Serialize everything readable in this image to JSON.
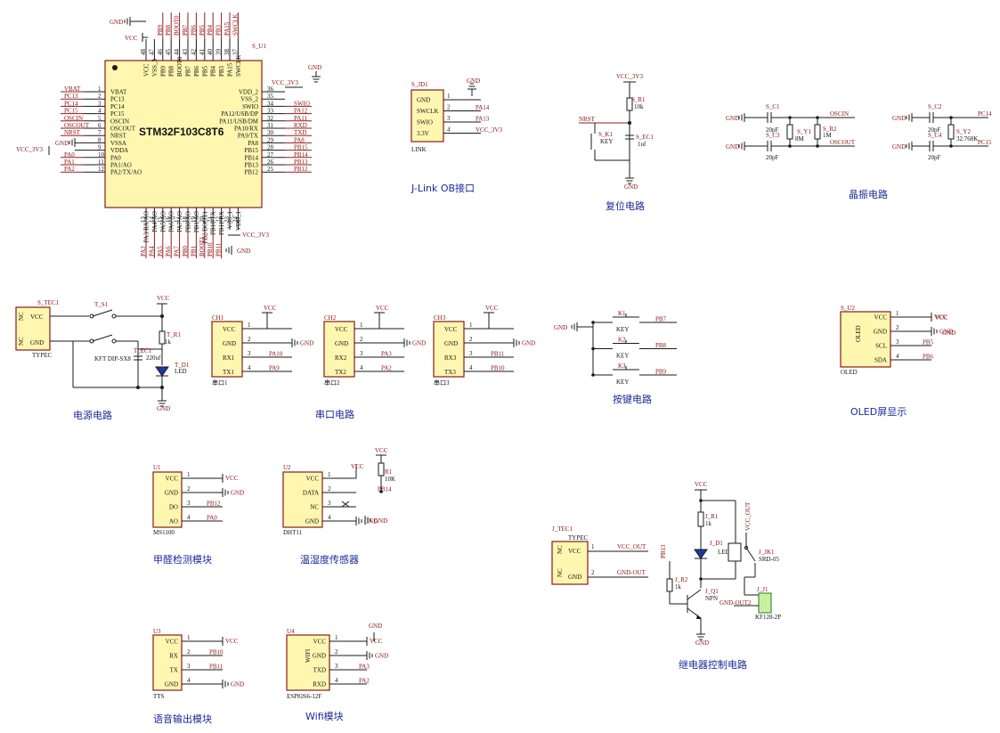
{
  "titles": {
    "jlink": "J-Link OB接口",
    "reset": "复位电路",
    "crystal": "晶振电路",
    "power": "电源电路",
    "uart": "串口电路",
    "keys": "按键电路",
    "oled": "OLED屏显示",
    "formaldehyde": "甲醛检测模块",
    "dht": "温湿度传感器",
    "tts": "语音输出模块",
    "wifi": "Wifi模块",
    "relay": "继电器控制电路"
  },
  "mcu": {
    "ref": "S_U1",
    "name": "STM32F103C8T6",
    "left_pins": [
      {
        "num": "1",
        "name": "VBAT",
        "net": "VBAT"
      },
      {
        "num": "2",
        "name": "PC13",
        "net": "PC13"
      },
      {
        "num": "3",
        "name": "PC14",
        "net": "PC14"
      },
      {
        "num": "4",
        "name": "PC15",
        "net": "PC15"
      },
      {
        "num": "5",
        "name": "OSCIN",
        "net": "OSCIN"
      },
      {
        "num": "6",
        "name": "OSCOUT",
        "net": "OSCOUT"
      },
      {
        "num": "7",
        "name": "NRST",
        "net": "NRST"
      },
      {
        "num": "8",
        "name": "VSSA",
        "net": "GND"
      },
      {
        "num": "9",
        "name": "VDDA",
        "net": "VCC_3V3"
      },
      {
        "num": "10",
        "name": "PA0",
        "net": "PA0"
      },
      {
        "num": "11",
        "name": "PA1/AO",
        "net": "PA1"
      },
      {
        "num": "12",
        "name": "PA2/TX/AO",
        "net": "PA2"
      }
    ],
    "right_pins": [
      {
        "num": "36",
        "name": "VDD_2",
        "net": "VCC_3V3"
      },
      {
        "num": "35",
        "name": "VSS_2",
        "net": ""
      },
      {
        "num": "34",
        "name": "SWIO",
        "net": "SWIO"
      },
      {
        "num": "33",
        "name": "PA12/USB/DP",
        "net": "PA12"
      },
      {
        "num": "32",
        "name": "PA11/USB/DM",
        "net": "PA11"
      },
      {
        "num": "31",
        "name": "PA10/RX",
        "net": "RXD"
      },
      {
        "num": "30",
        "name": "PA9/TX",
        "net": "TXD"
      },
      {
        "num": "29",
        "name": "PA8",
        "net": "PA8"
      },
      {
        "num": "28",
        "name": "PB15",
        "net": "PB15"
      },
      {
        "num": "27",
        "name": "PB14",
        "net": "PB14"
      },
      {
        "num": "26",
        "name": "PB13",
        "net": "PB13"
      },
      {
        "num": "25",
        "name": "PB12",
        "net": "PB12"
      }
    ],
    "top_pins": [
      {
        "num": "48",
        "name": "VCC",
        "net": "VCC"
      },
      {
        "num": "47",
        "name": "VSS_3",
        "net": "GND"
      },
      {
        "num": "46",
        "name": "PB9",
        "net": "PB9"
      },
      {
        "num": "45",
        "name": "PB8",
        "net": "PB8"
      },
      {
        "num": "44",
        "name": "BOOT0",
        "net": "BOOT0"
      },
      {
        "num": "43",
        "name": "PB7",
        "net": "PB7"
      },
      {
        "num": "42",
        "name": "PB6",
        "net": "PB6"
      },
      {
        "num": "41",
        "name": "PB5",
        "net": "PB5"
      },
      {
        "num": "40",
        "name": "PB4",
        "net": "PB4"
      },
      {
        "num": "39",
        "name": "PB3",
        "net": "PB3"
      },
      {
        "num": "38",
        "name": "PA15",
        "net": "PA15"
      },
      {
        "num": "37",
        "name": "SWCLK",
        "net": "SWCLK"
      }
    ],
    "bottom_pins": [
      {
        "num": "13",
        "name": "PA3/RX/AO",
        "net": "PA3"
      },
      {
        "num": "14",
        "name": "PA4/AO",
        "net": "PA4"
      },
      {
        "num": "15",
        "name": "PA5/AO",
        "net": "PA5"
      },
      {
        "num": "16",
        "name": "PA6/AO",
        "net": "PA6"
      },
      {
        "num": "17",
        "name": "PA7/AO",
        "net": "PA7"
      },
      {
        "num": "18",
        "name": "PB0/AO",
        "net": "PB0"
      },
      {
        "num": "19",
        "name": "PB1/AO",
        "net": "PB1"
      },
      {
        "num": "20",
        "name": "PB2/BOOT1",
        "net": "BOOT1"
      },
      {
        "num": "21",
        "name": "PB10/TX",
        "net": "PB10"
      },
      {
        "num": "22",
        "name": "PB11/RX",
        "net": "PB11"
      },
      {
        "num": "23",
        "name": "VSS_1",
        "net": "GND"
      },
      {
        "num": "24",
        "name": "VDD_1",
        "net": "VCC_3V3"
      }
    ],
    "supply_labels": {
      "gnd": "GND",
      "vcc": "VCC",
      "vcc3v3": "VCC_3V3"
    }
  },
  "jlink": {
    "ref": "S_JD1",
    "foot": "LINK",
    "pins": [
      {
        "num": "1",
        "name": "GND",
        "net": "GND"
      },
      {
        "num": "2",
        "name": "SWCLK",
        "net": "PA14"
      },
      {
        "num": "3",
        "name": "SWIO",
        "net": "PA13"
      },
      {
        "num": "4",
        "name": "3.3V",
        "net": "VCC_3V3"
      }
    ]
  },
  "reset": {
    "vcc": "VCC_3V3",
    "r_ref": "S_R1",
    "r_val": "10k",
    "nrst": "NRST",
    "key_ref": "S_K1",
    "key_val": "KEY",
    "c_ref": "S_EC1",
    "c_val": "1uf",
    "gnd": "GND"
  },
  "crystal": {
    "y1": {
      "c1_ref": "S_C1",
      "c2_ref": "S_C3",
      "c_val": "20pF",
      "y_ref": "S_Y1",
      "y_val": "8M",
      "r_ref": "S_R2",
      "r_val": "1M",
      "out1": "OSCIN",
      "out2": "OSCOUT"
    },
    "y2": {
      "c1_ref": "S_C2",
      "c2_ref": "S_C4",
      "c_val": "20pF",
      "y_ref": "S_Y2",
      "y_val": "32.768K",
      "out1": "PC14",
      "out2": "PC15"
    },
    "gnd": "GND"
  },
  "power": {
    "conn_ref": "S_TEC1",
    "conn_type": "TYPEC",
    "nc": "NC",
    "vcc_pin": "VCC",
    "gnd_pin": "GND",
    "sw_ref": "T_S1",
    "sw_val": "KFT DIP-SX8",
    "r_ref": "T_R1",
    "r_val": "1k",
    "c_ref": "T_EC1",
    "c_val": "220uf",
    "led_ref": "T_D1",
    "led_val": "LED",
    "vcc": "VCC",
    "gnd": "GND"
  },
  "uart": [
    {
      "ref": "CH1",
      "foot": "串口1",
      "pins": [
        "VCC",
        "GND",
        "RX1",
        "TX1"
      ],
      "nets": [
        "VCC",
        "GND",
        "PA10",
        "PA9"
      ]
    },
    {
      "ref": "CH2",
      "foot": "串口2",
      "pins": [
        "VCC",
        "GND",
        "RX2",
        "TX2"
      ],
      "nets": [
        "VCC",
        "GND",
        "PA3",
        "PA2"
      ]
    },
    {
      "ref": "CH3",
      "foot": "串口3",
      "pins": [
        "VCC",
        "GND",
        "RX3",
        "TX3"
      ],
      "nets": [
        "VCC",
        "GND",
        "PB11",
        "PB10"
      ]
    }
  ],
  "keys": {
    "gnd": "GND",
    "items": [
      {
        "ref": "K1",
        "val": "KEY",
        "net": "PB7"
      },
      {
        "ref": "K2",
        "val": "KEY",
        "net": "PB8"
      },
      {
        "ref": "K3",
        "val": "KEY",
        "net": "PB9"
      }
    ]
  },
  "oled": {
    "ref": "S_U2",
    "name": "OLED",
    "foot": "OLED",
    "pins": [
      {
        "num": "1",
        "name": "VCC",
        "net": "VCC"
      },
      {
        "num": "2",
        "name": "GND",
        "net": "GND"
      },
      {
        "num": "3",
        "name": "SCL",
        "net": "PB5"
      },
      {
        "num": "4",
        "name": "SDA",
        "net": "PB6"
      }
    ]
  },
  "u1": {
    "ref": "U1",
    "foot": "MS1100",
    "pins": [
      {
        "num": "1",
        "name": "VCC",
        "net": "VCC"
      },
      {
        "num": "2",
        "name": "GND",
        "net": "GND"
      },
      {
        "num": "3",
        "name": "DO",
        "net": "PB12"
      },
      {
        "num": "4",
        "name": "AO",
        "net": "PA0"
      }
    ]
  },
  "u2": {
    "ref": "U2",
    "foot": "DHT11",
    "r_ref": "R1",
    "r_val": "10K",
    "vcc": "VCC",
    "pins": [
      {
        "num": "1",
        "name": "VCC",
        "net": ""
      },
      {
        "num": "2",
        "name": "DATA",
        "net": "PB14"
      },
      {
        "num": "3",
        "name": "NC",
        "net": ""
      },
      {
        "num": "4",
        "name": "GND",
        "net": "GND"
      }
    ]
  },
  "u3": {
    "ref": "U3",
    "foot": "TTS",
    "pins": [
      {
        "num": "1",
        "name": "VCC",
        "net": "VCC"
      },
      {
        "num": "2",
        "name": "RX",
        "net": "PB10"
      },
      {
        "num": "3",
        "name": "TX",
        "net": "PB11"
      },
      {
        "num": "4",
        "name": "GND",
        "net": "GND"
      }
    ]
  },
  "u4": {
    "ref": "U4",
    "foot": "ESP8266-12F",
    "name": "WIFI",
    "pins": [
      {
        "num": "1",
        "name": "VCC",
        "net": "VCC"
      },
      {
        "num": "2",
        "name": "GND",
        "net": "GND"
      },
      {
        "num": "3",
        "name": "TXD",
        "net": "PA3"
      },
      {
        "num": "4",
        "name": "RXD",
        "net": "PA2"
      }
    ]
  },
  "relay_conn": {
    "ref": "J_TEC1",
    "type": "TYPEC",
    "nc": "NC",
    "vcc_pin": "VCC",
    "gnd_pin": "GND",
    "vcc_out": "VCC_OUT",
    "gnd_out": "GND-OUT"
  },
  "relay": {
    "vcc": "VCC",
    "r1_ref": "J_R1",
    "r1_val": "1k",
    "r2_ref": "J_R2",
    "r2_val": "1k",
    "ctrl": "PB13",
    "led_ref": "J_D1",
    "led_val": "LED",
    "q_ref": "J_Q1",
    "q_val": "NPN",
    "k_ref": "J_JK1",
    "k_val": "SRD-05",
    "j_ref": "J_J1",
    "j_val": "KF128-2P",
    "vcc_out": "VCC_OUT",
    "gnd_out": "GND-OUT2",
    "gnd": "GND"
  }
}
